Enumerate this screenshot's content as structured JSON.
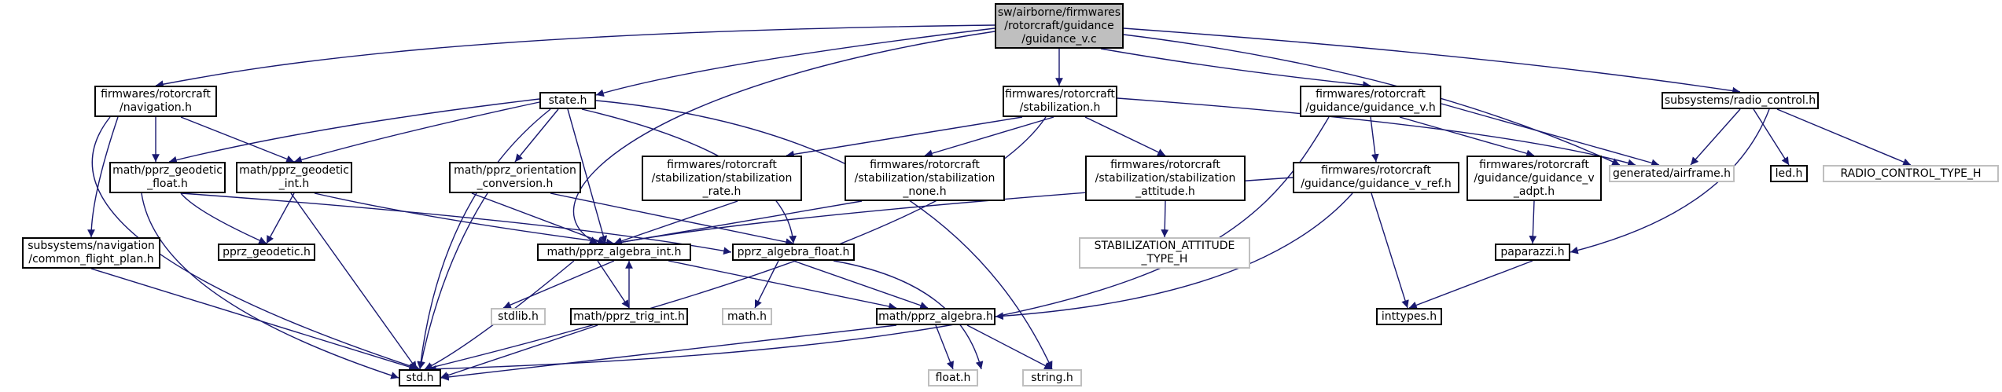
{
  "colors": {
    "edge": "#191970",
    "root_fill": "#bfbfbf",
    "node_border": "#000000",
    "missing_border": "#bfbfbf"
  },
  "nodes": {
    "guidance_v_c": "sw/airborne/firmwares\n/rotorcraft/guidance\n/guidance_v.c",
    "navigation_h": "firmwares/rotorcraft\n/navigation.h",
    "state_h": "state.h",
    "stabilization_h": "firmwares/rotorcraft\n/stabilization.h",
    "guidance_v_h": "firmwares/rotorcraft\n/guidance/guidance_v.h",
    "radio_control_h": "subsystems/radio_control.h",
    "geodetic_float_h": "math/pprz_geodetic\n_float.h",
    "geodetic_int_h": "math/pprz_geodetic\n_int.h",
    "orientation_conversion_h": "math/pprz_orientation\n_conversion.h",
    "stabilization_rate_h": "firmwares/rotorcraft\n/stabilization/stabilization\n_rate.h",
    "stabilization_none_h": "firmwares/rotorcraft\n/stabilization/stabilization\n_none.h",
    "stabilization_attitude_h": "firmwares/rotorcraft\n/stabilization/stabilization\n_attitude.h",
    "guidance_v_ref_h": "firmwares/rotorcraft\n/guidance/guidance_v_ref.h",
    "guidance_v_adpt_h": "firmwares/rotorcraft\n/guidance/guidance_v\n_adpt.h",
    "airframe_h": "generated/airframe.h",
    "led_h": "led.h",
    "radio_control_type_h": "RADIO_CONTROL_TYPE_H",
    "common_flight_plan_h": "subsystems/navigation\n/common_flight_plan.h",
    "pprz_geodetic_h": "pprz_geodetic.h",
    "algebra_int_h": "math/pprz_algebra_int.h",
    "algebra_float_h": "pprz_algebra_float.h",
    "stabilization_attitude_type_h": "STABILIZATION_ATTITUDE\n_TYPE_H",
    "paparazzi_h": "paparazzi.h",
    "stdlib_h": "stdlib.h",
    "trig_int_h": "math/pprz_trig_int.h",
    "math_h": "math.h",
    "algebra_h": "math/pprz_algebra.h",
    "inttypes_h": "inttypes.h",
    "std_h": "std.h",
    "float_h": "float.h",
    "string_h": "string.h"
  }
}
